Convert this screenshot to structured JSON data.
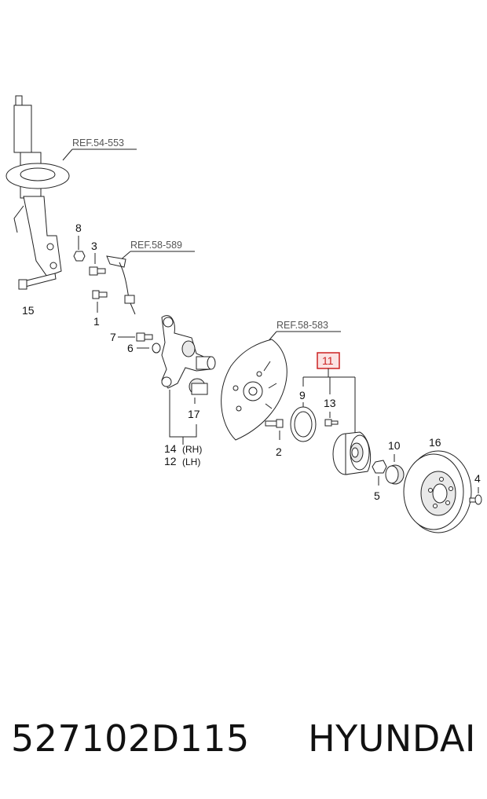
{
  "refs": {
    "strut": "REF.54-553",
    "sensor": "REF.58-589",
    "shield": "REF.58-583"
  },
  "callouts": {
    "c1": "1",
    "c2": "2",
    "c3": "3",
    "c4": "4",
    "c5": "5",
    "c6": "6",
    "c7": "7",
    "c8": "8",
    "c9": "9",
    "c10": "10",
    "c11": "11",
    "c13": "13",
    "c15": "15",
    "c16": "16",
    "c17": "17",
    "c14": "14",
    "c14_side": "(RH)",
    "c12": "12",
    "c12_side": "(LH)"
  },
  "caption": {
    "part_number": "527102D115",
    "brand": "HYUNDAI"
  },
  "colors": {
    "highlight": "#cc2222",
    "highlight_fill": "#fbe3e3"
  }
}
